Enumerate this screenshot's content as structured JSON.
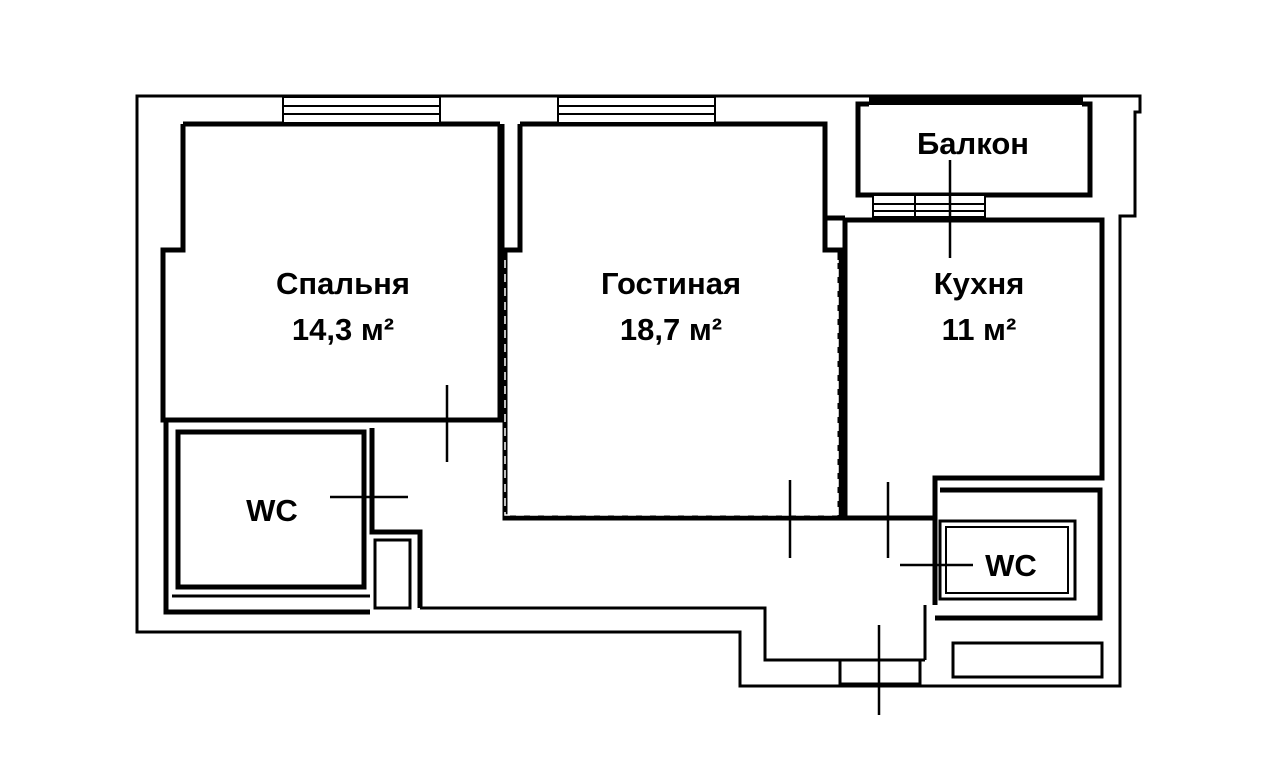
{
  "title": "Floor plan",
  "colors": {
    "wall": "#000000",
    "background": "#ffffff"
  },
  "rooms": [
    {
      "name": "Спальня",
      "area": "14,3 м²"
    },
    {
      "name": "Гостиная",
      "area": "18,7 м²"
    },
    {
      "name": "Кухня",
      "area": "11 м²"
    },
    {
      "name": "Балкон"
    },
    {
      "name": "WC"
    },
    {
      "name": "WC"
    }
  ]
}
